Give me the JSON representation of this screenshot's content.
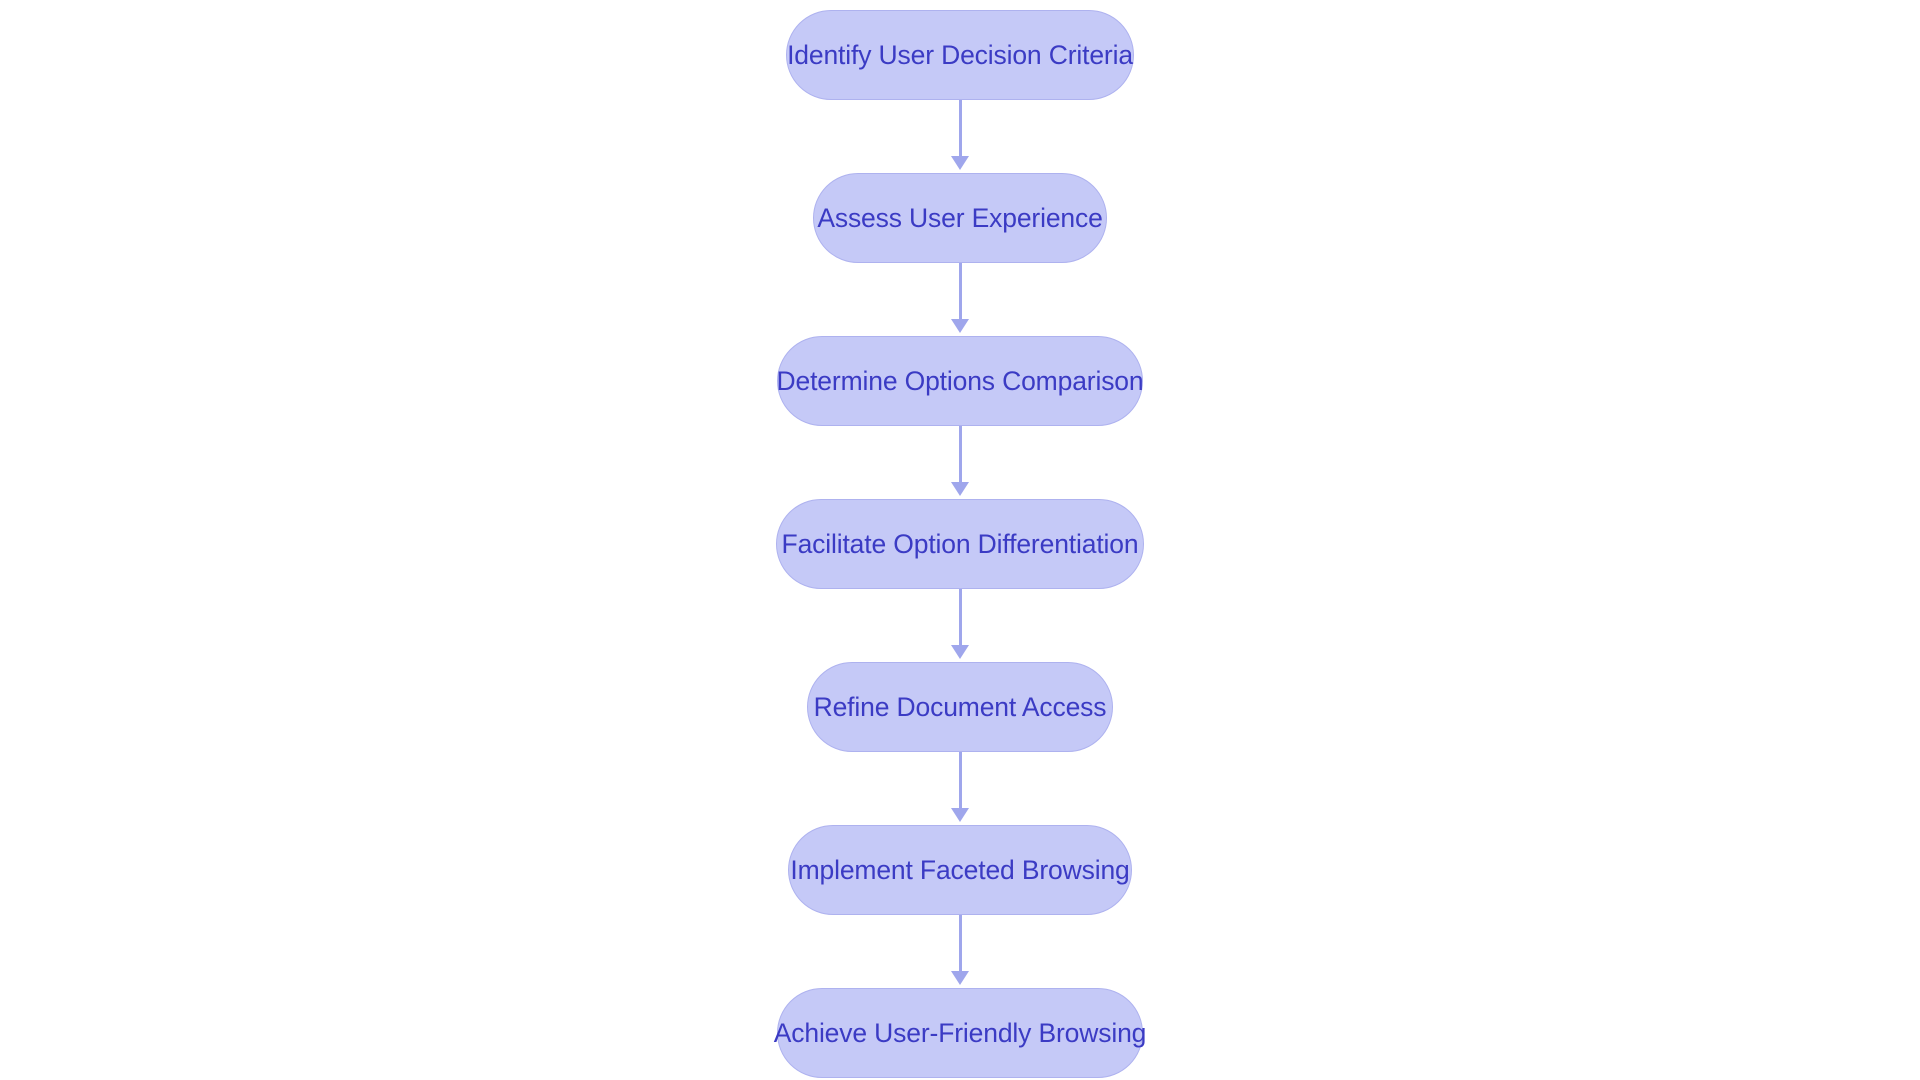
{
  "diagram": {
    "type": "flowchart",
    "orientation": "top-to-bottom",
    "title": "",
    "background_color": "#ffffff",
    "node_fill_color": "#c5c9f7",
    "node_border_color": "#aeb2ef",
    "node_text_color": "#3b3bc4",
    "edge_color": "#9fa6ec",
    "node_shape": "stadium",
    "nodes": [
      {
        "id": "n1",
        "label": "Identify User Decision Criteria"
      },
      {
        "id": "n2",
        "label": "Assess User Experience"
      },
      {
        "id": "n3",
        "label": "Determine Options Comparison"
      },
      {
        "id": "n4",
        "label": "Facilitate Option Differentiation"
      },
      {
        "id": "n5",
        "label": "Refine Document Access"
      },
      {
        "id": "n6",
        "label": "Implement Faceted Browsing"
      },
      {
        "id": "n7",
        "label": "Achieve User-Friendly Browsing"
      }
    ],
    "edges": [
      {
        "from": "n1",
        "to": "n2",
        "label": "",
        "arrow": "arrowhead-down-icon"
      },
      {
        "from": "n2",
        "to": "n3",
        "label": "",
        "arrow": "arrowhead-down-icon"
      },
      {
        "from": "n3",
        "to": "n4",
        "label": "",
        "arrow": "arrowhead-down-icon"
      },
      {
        "from": "n4",
        "to": "n5",
        "label": "",
        "arrow": "arrowhead-down-icon"
      },
      {
        "from": "n5",
        "to": "n6",
        "label": "",
        "arrow": "arrowhead-down-icon"
      },
      {
        "from": "n6",
        "to": "n7",
        "label": "",
        "arrow": "arrowhead-down-icon"
      }
    ]
  }
}
